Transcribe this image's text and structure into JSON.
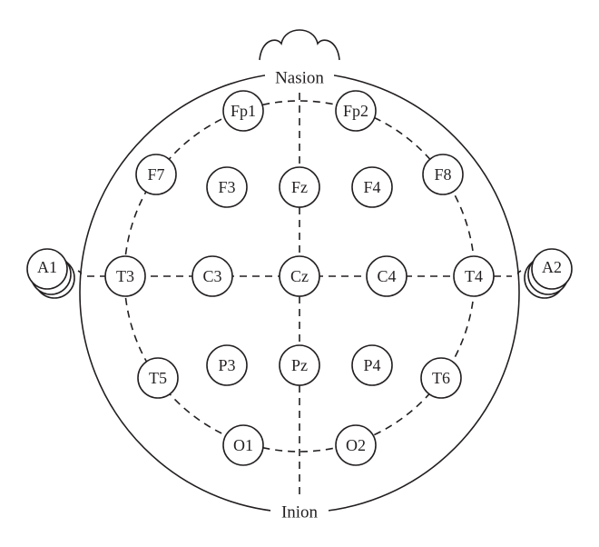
{
  "diagram": {
    "landmarks": {
      "top": "Nasion",
      "bottom": "Inion"
    },
    "ears": [
      "A1",
      "A2"
    ],
    "electrodes": [
      {
        "id": "fp1",
        "label": "Fp1"
      },
      {
        "id": "fp2",
        "label": "Fp2"
      },
      {
        "id": "f7",
        "label": "F7"
      },
      {
        "id": "f3",
        "label": "F3"
      },
      {
        "id": "fz",
        "label": "Fz"
      },
      {
        "id": "f4",
        "label": "F4"
      },
      {
        "id": "f8",
        "label": "F8"
      },
      {
        "id": "t3",
        "label": "T3"
      },
      {
        "id": "c3",
        "label": "C3"
      },
      {
        "id": "cz",
        "label": "Cz"
      },
      {
        "id": "c4",
        "label": "C4"
      },
      {
        "id": "t4",
        "label": "T4"
      },
      {
        "id": "t5",
        "label": "T5"
      },
      {
        "id": "p3",
        "label": "P3"
      },
      {
        "id": "pz",
        "label": "Pz"
      },
      {
        "id": "p4",
        "label": "P4"
      },
      {
        "id": "t6",
        "label": "T6"
      },
      {
        "id": "o1",
        "label": "O1"
      },
      {
        "id": "o2",
        "label": "O2"
      }
    ]
  }
}
